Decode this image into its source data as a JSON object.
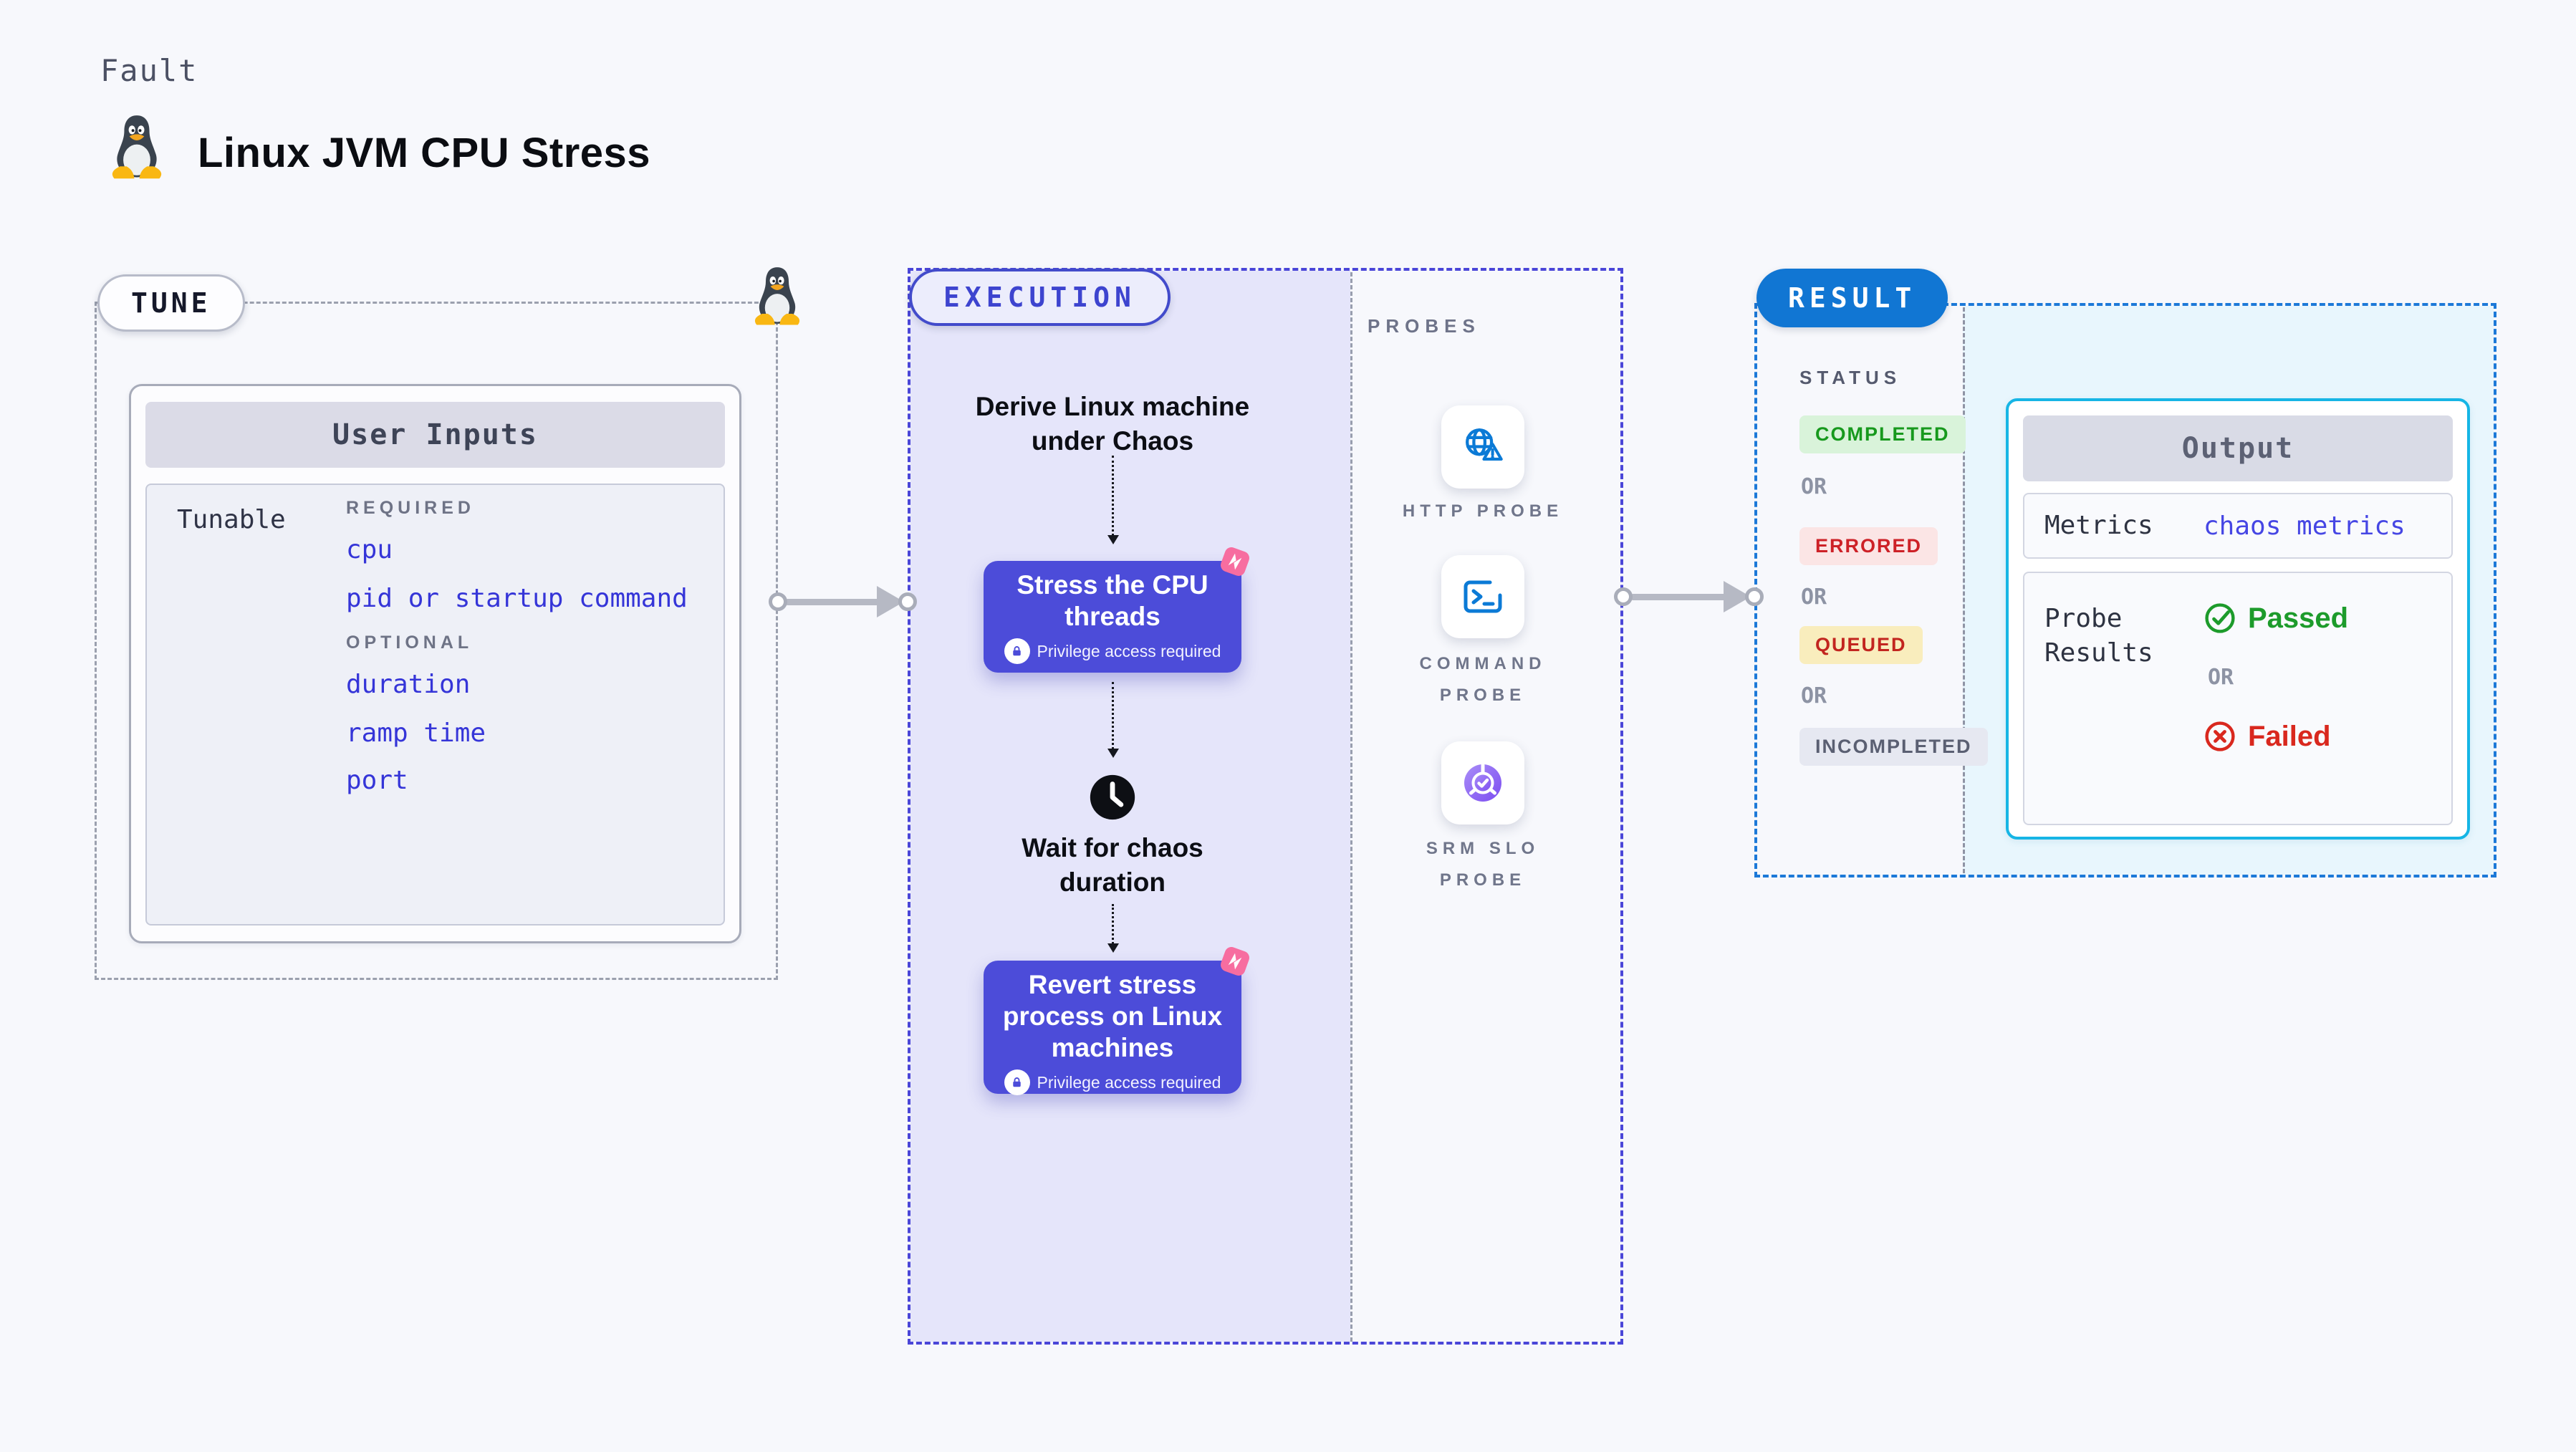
{
  "header": {
    "eyebrow": "Fault",
    "title": "Linux JVM CPU Stress"
  },
  "tune": {
    "badge": "TUNE",
    "card_title": "User Inputs",
    "row_label": "Tunable",
    "required_label": "REQUIRED",
    "required_items": [
      "cpu",
      "pid or startup command"
    ],
    "optional_label": "OPTIONAL",
    "optional_items": [
      "duration",
      "ramp time",
      "port"
    ]
  },
  "execution": {
    "badge": "EXECUTION",
    "derive": {
      "line1": "Derive Linux machine",
      "line2": "under Chaos"
    },
    "stress": {
      "line1": "Stress the CPU",
      "line2": "threads",
      "privilege": "Privilege access required"
    },
    "wait": {
      "line1": "Wait for chaos",
      "line2": "duration"
    },
    "revert": {
      "line1": "Revert stress",
      "line2": "process on Linux",
      "line3": "machines",
      "privilege": "Privilege access required"
    }
  },
  "probes": {
    "label": "PROBES",
    "items": [
      {
        "line1": "HTTP PROBE",
        "line2": "",
        "icon": "globe-alert-icon"
      },
      {
        "line1": "COMMAND",
        "line2": "PROBE",
        "icon": "terminal-icon"
      },
      {
        "line1": "SRM SLO",
        "line2": "PROBE",
        "icon": "slo-donut-icon"
      }
    ]
  },
  "result": {
    "badge": "RESULT",
    "status_label": "STATUS",
    "or_label": "OR",
    "statuses": [
      {
        "label": "COMPLETED",
        "fg": "#17991d",
        "bg": "#d9f3da"
      },
      {
        "label": "ERRORED",
        "fg": "#cd2127",
        "bg": "#fbe5e5"
      },
      {
        "label": "QUEUED",
        "fg": "#c2251f",
        "bg": "#f9edbd"
      },
      {
        "label": "INCOMPLETED",
        "fg": "#5a5f72",
        "bg": "#e6e8f1"
      }
    ],
    "output": {
      "title": "Output",
      "metrics_label": "Metrics",
      "metrics_value": "chaos metrics",
      "probe_results_label": {
        "line1": "Probe",
        "line2": "Results"
      },
      "passed_label": "Passed",
      "or_label": "OR",
      "failed_label": "Failed"
    }
  },
  "colors": {
    "page_bg": "#f7f8fc",
    "execution_accent": "#4a46d8",
    "execution_fill": "#e5e5fa",
    "button_indigo": "#4c4cd9",
    "chaos_pink": "#f76da0",
    "result_accent": "#1176d3",
    "output_border_cyan": "#16b5e5",
    "output_fill": "#e8f6fd",
    "link_blue": "#3535d8",
    "probe_icon_blue": "#0b7ad6",
    "passed_green": "#1d9b2b",
    "failed_red": "#d9281e"
  }
}
